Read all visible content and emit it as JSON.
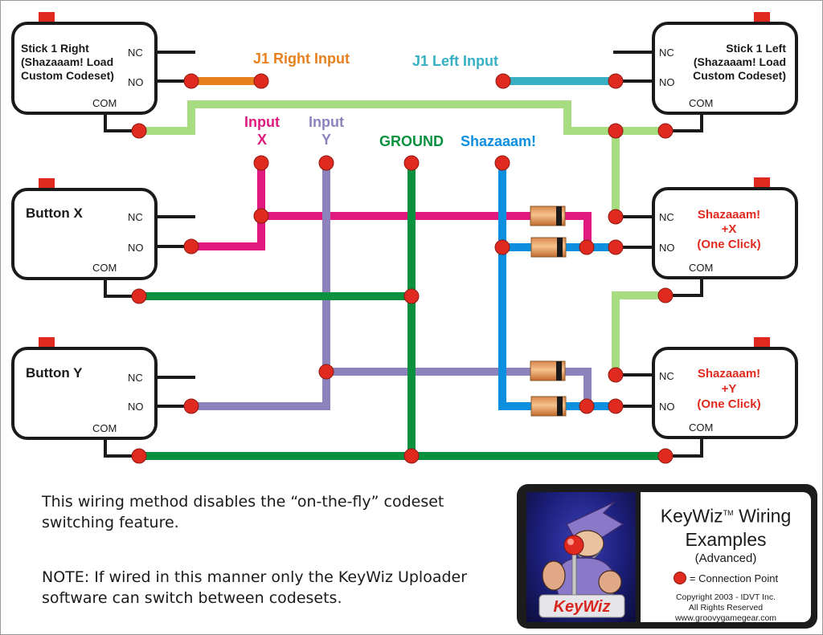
{
  "title": "KeyWiz Wiring Examples (Advanced)",
  "colors": {
    "wire_orange": "#e8801e",
    "wire_cyan": "#36b0c2",
    "wire_light_green": "#a8dc80",
    "wire_magenta": "#e0197e",
    "wire_purple": "#8c82bc",
    "wire_green": "#0a9140",
    "wire_blue": "#0d8fe0",
    "connection_point": "#e02a1f",
    "switch_label_red": "#e02a1f",
    "label_orange": "#e8801e",
    "label_cyan": "#36b0c2",
    "label_magenta": "#e0197e",
    "label_purple": "#8c82bc",
    "label_green": "#0a9140",
    "label_blue": "#0d8fe0"
  },
  "switches": [
    {
      "id": "stick1-right",
      "lines": [
        "Stick 1 Right",
        "(Shazaaam! Load",
        "Custom Codeset)"
      ],
      "nc": "NC",
      "no": "NO",
      "com": "COM"
    },
    {
      "id": "stick1-left",
      "lines": [
        "Stick 1 Left",
        "(Shazaaam! Load",
        "Custom Codeset)"
      ],
      "nc": "NC",
      "no": "NO",
      "com": "COM"
    },
    {
      "id": "button-x",
      "lines": [
        "Button  X"
      ],
      "nc": "NC",
      "no": "NO",
      "com": "COM"
    },
    {
      "id": "button-y",
      "lines": [
        "Button  Y"
      ],
      "nc": "NC",
      "no": "NO",
      "com": "COM"
    },
    {
      "id": "shazaaam-x",
      "lines": [
        "Shazaaam!",
        "+X",
        "(One Click)"
      ],
      "nc": "NC",
      "no": "NO",
      "com": "COM"
    },
    {
      "id": "shazaaam-y",
      "lines": [
        "Shazaaam!",
        "+Y",
        "(One Click)"
      ],
      "nc": "NC",
      "no": "NO",
      "com": "COM"
    }
  ],
  "wire_labels": {
    "j1_right": "J1 Right Input",
    "j1_left": "J1 Left Input",
    "input_x_line1": "Input",
    "input_x_line2": "X",
    "input_y_line1": "Input",
    "input_y_line2": "Y",
    "ground": "GROUND",
    "shazaaam": "Shazaaam!"
  },
  "notes": {
    "line1": "This wiring method disables the “on-the-fly” codeset",
    "line2": "switching feature.",
    "line3": "NOTE: If wired in this manner only the KeyWiz Uploader",
    "line4": "software can switch between codesets."
  },
  "logo_card": {
    "title_line1": "KeyWiz",
    "trademark": "TM",
    "title_line1_rest": " Wiring",
    "title_line2": "Examples",
    "subtitle": "(Advanced)",
    "legend_text": "= Connection Point",
    "copyright": "Copyright 2003 - IDVT Inc.",
    "rights": "All Rights Reserved",
    "website": "www.groovygamegear.com",
    "logo_word": "KeyWiz"
  }
}
